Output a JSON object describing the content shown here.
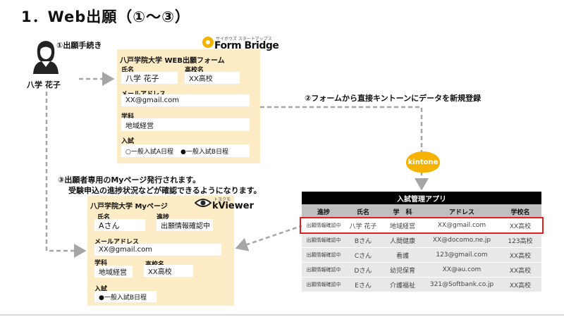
{
  "title": "1．Web出願（①～③）",
  "person": {
    "name": "八学 花子"
  },
  "step1": {
    "label": "①出願手続き"
  },
  "formbridge": {
    "logo_small": "サイボウズ スタートアップス",
    "logo": "Form Bridge",
    "form_title": "八戸学院大学 WEB出願フォーム",
    "name_label": "氏名",
    "name_value": "八学 花子",
    "school_label": "高校名",
    "school_value": "XX高校",
    "email_label": "メールアドレス",
    "email_value": "XX@gmail.com",
    "dept_label": "学科",
    "dept_value": "地域経営",
    "exam_label": "入試",
    "exam_opt1": "○一般入試A日程",
    "exam_opt2": "●一般入試B日程"
  },
  "step2": {
    "label": "②フォームから直接キントーンにデータを新規登録"
  },
  "kintone": {
    "logo": "kintone"
  },
  "step3": {
    "line1": "③出願者専用のMyページ発行されます。",
    "line2": "受験申込の進捗状況などが確認できるようになります。"
  },
  "viewer": {
    "logo_small": "トヨクモ",
    "logo": "kViewer",
    "title": "八戸学院大学 Myページ",
    "name_label": "氏名",
    "name_value": "Aさん",
    "progress_label": "進捗",
    "progress_value": "出願情報確認中",
    "email_label": "メールアドレス",
    "email_value": "XX@gmail.com",
    "dept_label": "学科",
    "dept_value": "地域経営",
    "school_label": "高校名",
    "school_value": "XX高校",
    "exam_label": "入試",
    "exam_value": "●一般入試B日程"
  },
  "app": {
    "title": "入試管理アプリ",
    "headers": [
      "進捗",
      "氏名",
      "学　科",
      "アドレス",
      "学校名"
    ],
    "rows": [
      [
        "出願情報確認中",
        "八学 花子",
        "地域経営",
        "XX@gmail.com",
        "XX高校"
      ],
      [
        "出願情報確認中",
        "Bさん",
        "人間健康",
        "XX@docomo.ne.jp",
        "123高校"
      ],
      [
        "出願情報確認中",
        "Cさん",
        "看護",
        "123@gmail.com",
        "XX高校"
      ],
      [
        "出願情報確認中",
        "Dさん",
        "幼児保育",
        "XX@au.com",
        "XX高校"
      ],
      [
        "出願情報確認中",
        "Eさん",
        "介護福祉",
        "321@Softbank.co.jp",
        "XX高校"
      ]
    ]
  },
  "colors": {
    "panel": "#fdecc6",
    "highlight": "#e02020",
    "arrow": "#a6a6a6",
    "kintone": "#f5b300"
  }
}
